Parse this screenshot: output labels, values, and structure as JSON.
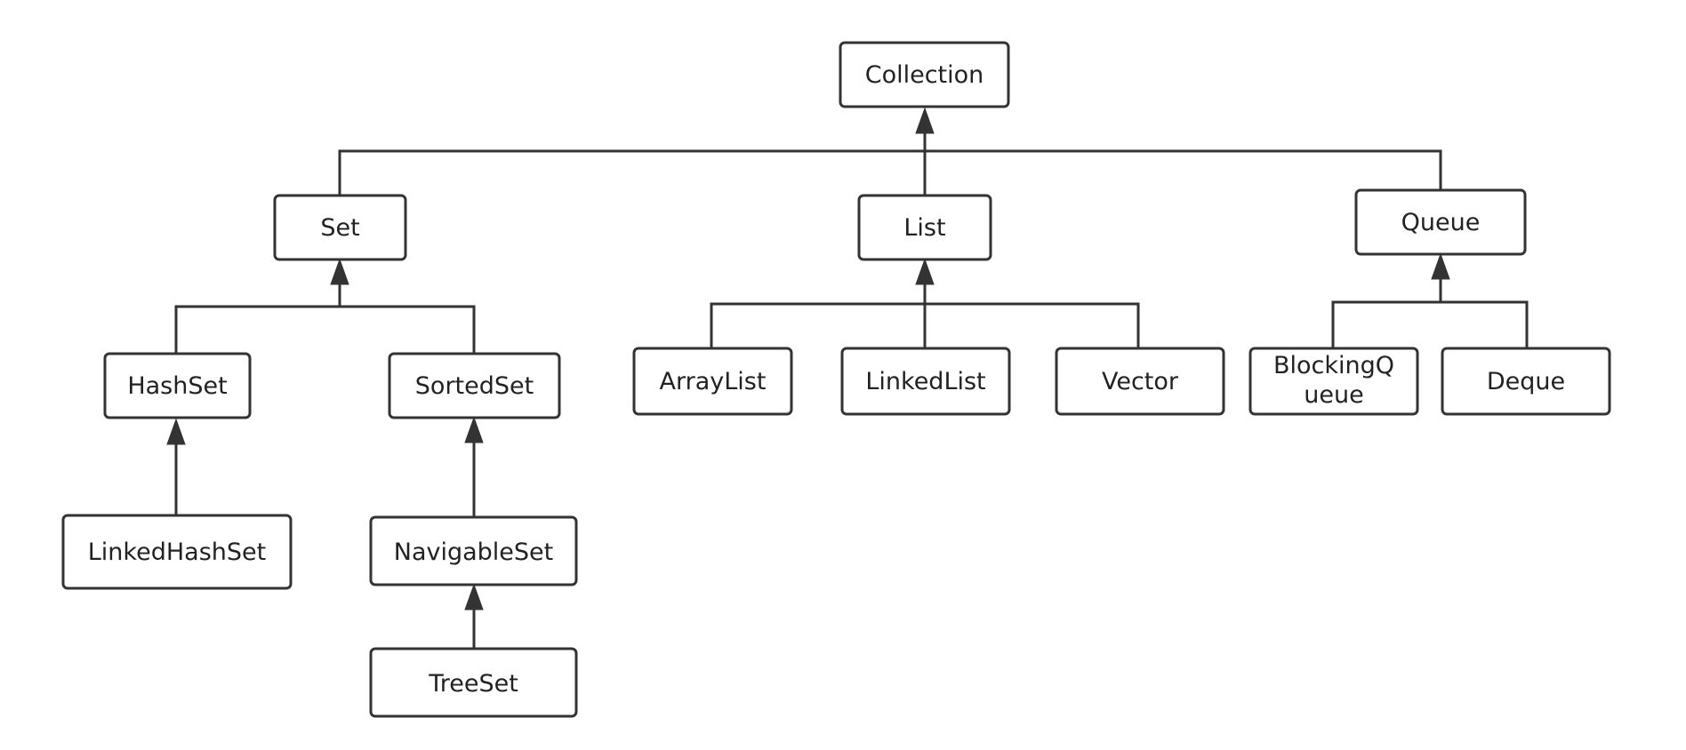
{
  "nodes": {
    "collection": {
      "label": "Collection"
    },
    "set": {
      "label": "Set"
    },
    "list": {
      "label": "List"
    },
    "queue": {
      "label": "Queue"
    },
    "hashset": {
      "label": "HashSet"
    },
    "sortedset": {
      "label": "SortedSet"
    },
    "linkedhashset": {
      "label": "LinkedHashSet"
    },
    "navigableset": {
      "label": "NavigableSet"
    },
    "treeset": {
      "label": "TreeSet"
    },
    "arraylist": {
      "label": "ArrayList"
    },
    "linkedlist": {
      "label": "LinkedList"
    },
    "vector": {
      "label": "Vector"
    },
    "blockingqueue": {
      "label_line1": "BlockingQ",
      "label_line2": "ueue"
    },
    "deque": {
      "label": "Deque"
    }
  },
  "edges": [
    {
      "child": "set",
      "parent": "collection"
    },
    {
      "child": "list",
      "parent": "collection"
    },
    {
      "child": "queue",
      "parent": "collection"
    },
    {
      "child": "hashset",
      "parent": "set"
    },
    {
      "child": "sortedset",
      "parent": "set"
    },
    {
      "child": "linkedhashset",
      "parent": "hashset"
    },
    {
      "child": "navigableset",
      "parent": "sortedset"
    },
    {
      "child": "treeset",
      "parent": "navigableset"
    },
    {
      "child": "arraylist",
      "parent": "list"
    },
    {
      "child": "linkedlist",
      "parent": "list"
    },
    {
      "child": "vector",
      "parent": "list"
    },
    {
      "child": "blockingqueue",
      "parent": "queue"
    },
    {
      "child": "deque",
      "parent": "queue"
    }
  ]
}
